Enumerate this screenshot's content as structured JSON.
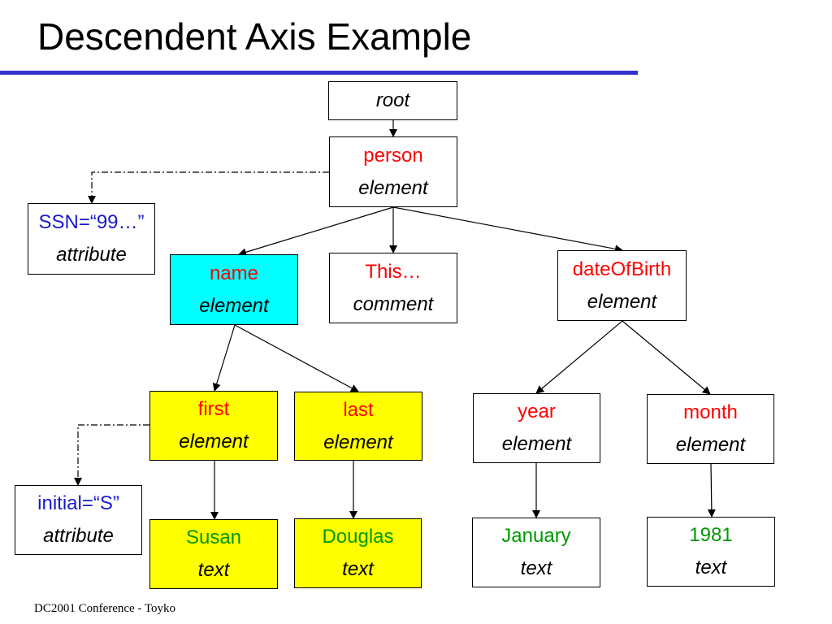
{
  "title": "Descendent Axis Example",
  "footer": "DC2001 Conference - Toyko",
  "nodes": {
    "root": {
      "kind": "root"
    },
    "person": {
      "name": "person",
      "kind": "element"
    },
    "ssn": {
      "name": "SSN=“99…”",
      "kind": "attribute"
    },
    "name": {
      "name": "name",
      "kind": "element"
    },
    "comment": {
      "name": "This…",
      "kind": "comment"
    },
    "dob": {
      "name": "dateOfBirth",
      "kind": "element"
    },
    "first": {
      "name": "first",
      "kind": "element"
    },
    "last": {
      "name": "last",
      "kind": "element"
    },
    "year": {
      "name": "year",
      "kind": "element"
    },
    "month": {
      "name": "month",
      "kind": "element"
    },
    "initial": {
      "name": "initial=“S”",
      "kind": "attribute"
    },
    "susan": {
      "name": "Susan",
      "kind": "text"
    },
    "douglas": {
      "name": "Douglas",
      "kind": "text"
    },
    "january": {
      "name": "January",
      "kind": "text"
    },
    "y1981": {
      "name": "1981",
      "kind": "text"
    }
  },
  "colors": {
    "title_rule": "#3333cc",
    "highlight_context": "#00ffff",
    "highlight_descendant": "#ffff00",
    "element_name": "#ff0000",
    "attribute_name": "#1a1acc",
    "text_value": "#009900"
  }
}
